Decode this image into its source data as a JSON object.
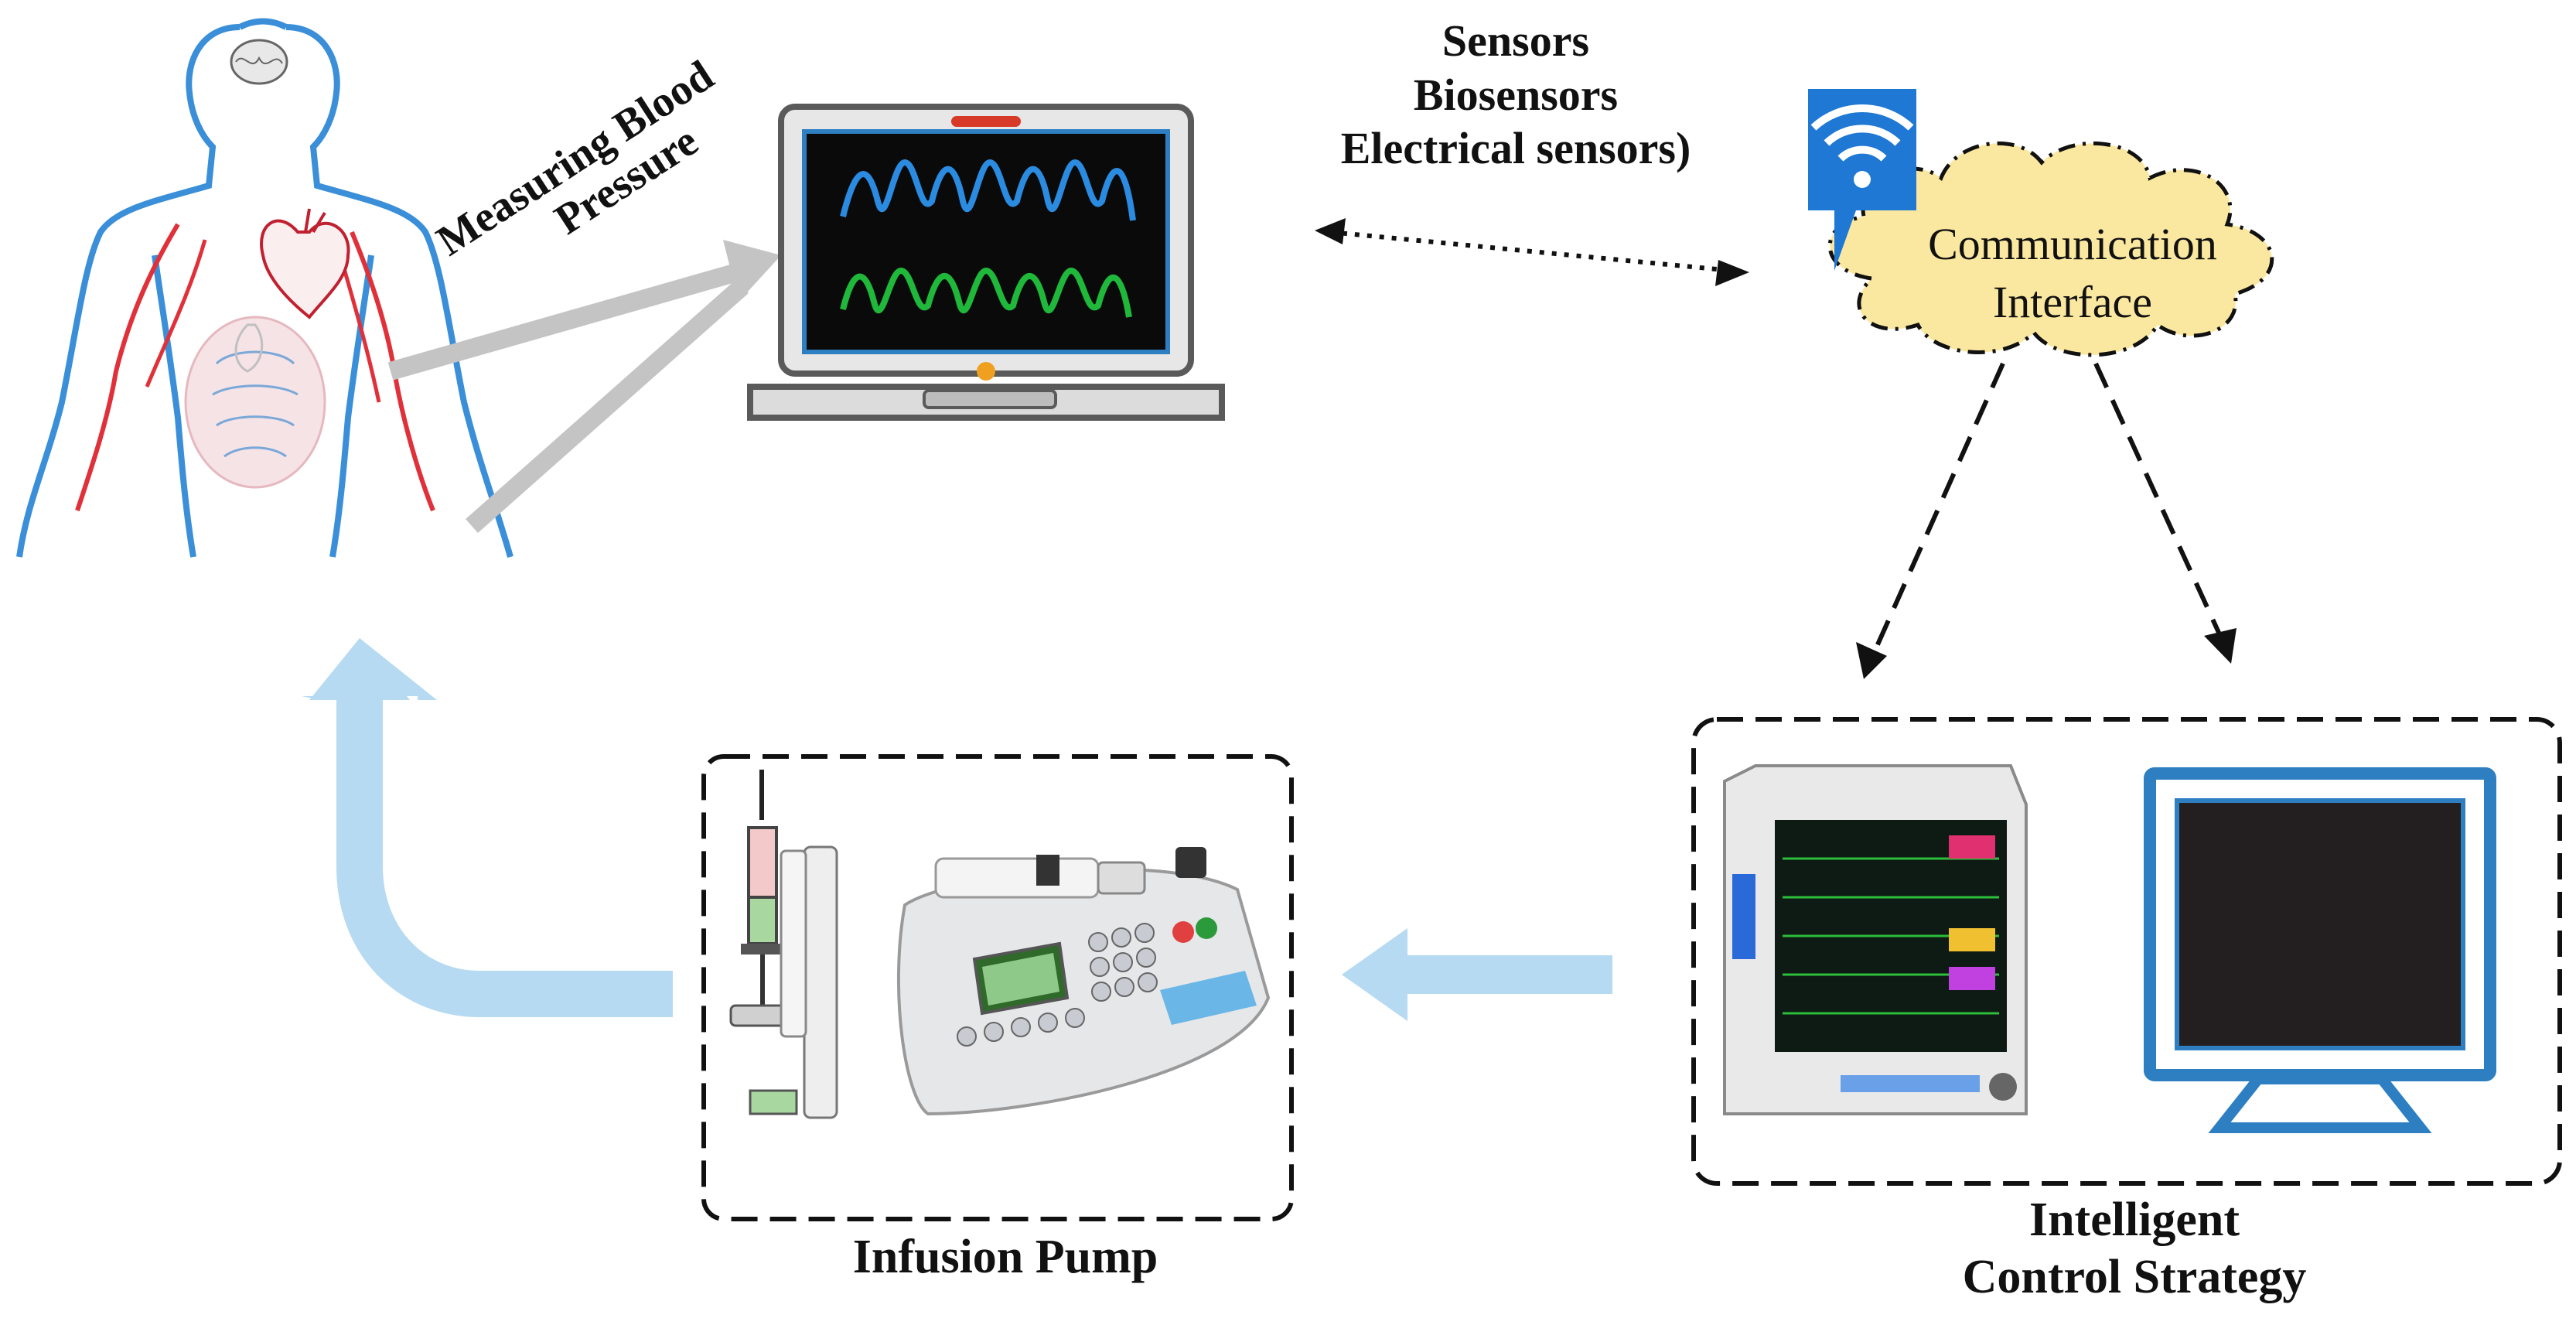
{
  "labels": {
    "sensors": [
      "Sensors",
      "Biosensors",
      "Electrical sensors)"
    ],
    "communication": [
      "Communication",
      "Interface"
    ],
    "measuring_bp": [
      "Measuring Blood",
      "Pressure"
    ],
    "infusion_pump": "Infusion Pump",
    "ics": [
      "Intelligent",
      "Control Strategy"
    ]
  },
  "colors": {
    "body_outline": "#3a8fd8",
    "arteries": "#e0313a",
    "laptop_frame": "#6b6b6b",
    "screen_bg": "#0a0a0a",
    "wave_blue": "#2a8be0",
    "wave_green": "#1fb83a",
    "cloud_fill": "#fbe8a0",
    "wifi_blue": "#1e78d4",
    "flow_arrow": "#b6daf2",
    "gray_arrow": "#c4c4c4",
    "dash": "#111111"
  },
  "icons": [
    "brain-icon",
    "heart-icon",
    "laptop-icon",
    "wifi-icon",
    "cloud-icon",
    "syringe-icon",
    "infusion-pump-icon",
    "patient-monitor-icon",
    "display-monitor-icon"
  ]
}
